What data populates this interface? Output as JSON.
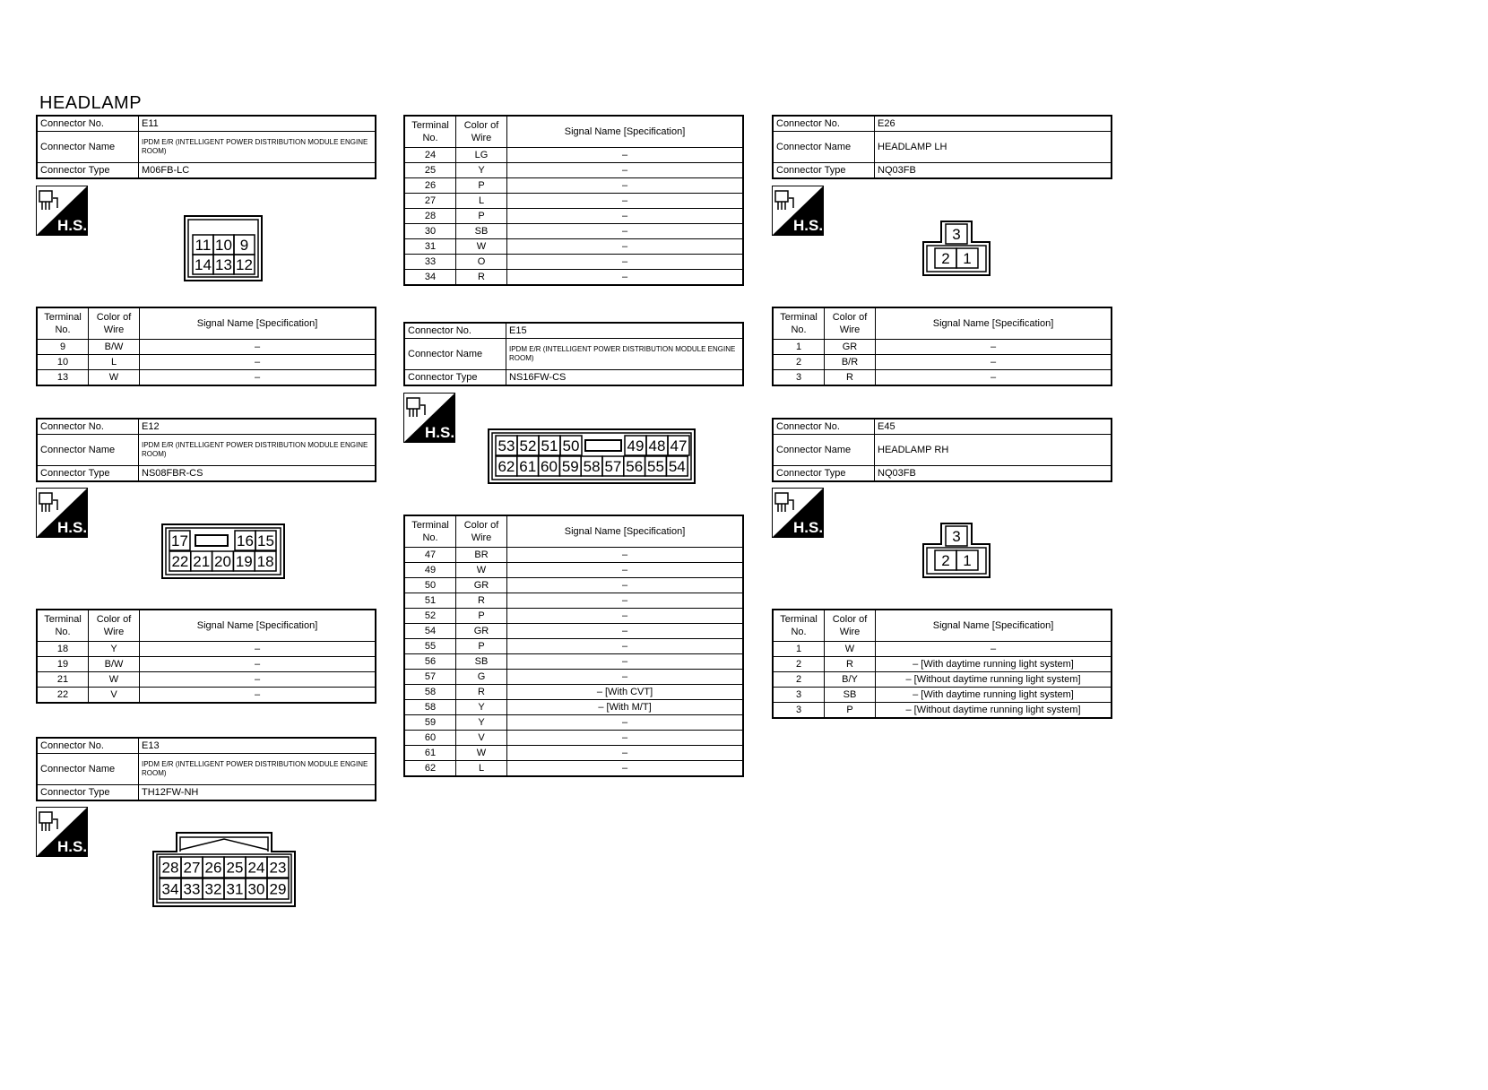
{
  "page": {
    "title": "HEADLAMP"
  },
  "labels": {
    "connector_no": "Connector No.",
    "connector_name": "Connector Name",
    "connector_type": "Connector Type",
    "terminal_header": "Terminal No.",
    "color_header": "Color of Wire",
    "signal_header": "Signal Name [Specification]",
    "hs_badge": "H.S."
  },
  "connectors": {
    "E11": {
      "no": "E11",
      "name": "IPDM E/R (INTELLIGENT POWER DISTRIBUTION MODULE ENGINE ROOM)",
      "type": "M06FB-LC",
      "pins_top": [
        "11",
        "10",
        "9"
      ],
      "pins_bottom": [
        "14",
        "13",
        "12"
      ],
      "rows": [
        {
          "terminal": "9",
          "color": "B/W",
          "signal": "–"
        },
        {
          "terminal": "10",
          "color": "L",
          "signal": "–"
        },
        {
          "terminal": "13",
          "color": "W",
          "signal": "–"
        }
      ]
    },
    "E12": {
      "no": "E12",
      "name": "IPDM E/R (INTELLIGENT POWER DISTRIBUTION MODULE ENGINE ROOM)",
      "type": "NS08FBR-CS",
      "pins_top": [
        "17",
        "16",
        "15"
      ],
      "pins_bottom": [
        "22",
        "21",
        "20",
        "19",
        "18"
      ],
      "rows": [
        {
          "terminal": "18",
          "color": "Y",
          "signal": "–"
        },
        {
          "terminal": "19",
          "color": "B/W",
          "signal": "–"
        },
        {
          "terminal": "21",
          "color": "W",
          "signal": "–"
        },
        {
          "terminal": "22",
          "color": "V",
          "signal": "–"
        }
      ]
    },
    "E13": {
      "no": "E13",
      "name": "IPDM E/R (INTELLIGENT POWER DISTRIBUTION MODULE ENGINE ROOM)",
      "type": "TH12FW-NH",
      "pins_top": [
        "28",
        "27",
        "26",
        "25",
        "24",
        "23"
      ],
      "pins_bottom": [
        "34",
        "33",
        "32",
        "31",
        "30",
        "29"
      ],
      "rows": [
        {
          "terminal": "24",
          "color": "LG",
          "signal": "–"
        },
        {
          "terminal": "25",
          "color": "Y",
          "signal": "–"
        },
        {
          "terminal": "26",
          "color": "P",
          "signal": "–"
        },
        {
          "terminal": "27",
          "color": "L",
          "signal": "–"
        },
        {
          "terminal": "28",
          "color": "P",
          "signal": "–"
        },
        {
          "terminal": "30",
          "color": "SB",
          "signal": "–"
        },
        {
          "terminal": "31",
          "color": "W",
          "signal": "–"
        },
        {
          "terminal": "33",
          "color": "O",
          "signal": "–"
        },
        {
          "terminal": "34",
          "color": "R",
          "signal": "–"
        }
      ]
    },
    "E15": {
      "no": "E15",
      "name": "IPDM E/R (INTELLIGENT POWER DISTRIBUTION MODULE ENGINE ROOM)",
      "type": "NS16FW-CS",
      "pins_top_left": [
        "53",
        "52",
        "51",
        "50"
      ],
      "pins_top_right": [
        "49",
        "48",
        "47"
      ],
      "pins_bottom": [
        "62",
        "61",
        "60",
        "59",
        "58",
        "57",
        "56",
        "55",
        "54"
      ],
      "rows": [
        {
          "terminal": "47",
          "color": "BR",
          "signal": "–"
        },
        {
          "terminal": "49",
          "color": "W",
          "signal": "–"
        },
        {
          "terminal": "50",
          "color": "GR",
          "signal": "–"
        },
        {
          "terminal": "51",
          "color": "R",
          "signal": "–"
        },
        {
          "terminal": "52",
          "color": "P",
          "signal": "–"
        },
        {
          "terminal": "54",
          "color": "GR",
          "signal": "–"
        },
        {
          "terminal": "55",
          "color": "P",
          "signal": "–"
        },
        {
          "terminal": "56",
          "color": "SB",
          "signal": "–"
        },
        {
          "terminal": "57",
          "color": "G",
          "signal": "–"
        },
        {
          "terminal": "58",
          "color": "R",
          "signal": "– [With CVT]"
        },
        {
          "terminal": "58",
          "color": "Y",
          "signal": "– [With M/T]"
        },
        {
          "terminal": "59",
          "color": "Y",
          "signal": "–"
        },
        {
          "terminal": "60",
          "color": "V",
          "signal": "–"
        },
        {
          "terminal": "61",
          "color": "W",
          "signal": "–"
        },
        {
          "terminal": "62",
          "color": "L",
          "signal": "–"
        }
      ]
    },
    "E26": {
      "no": "E26",
      "name": "HEADLAMP LH",
      "type": "NQ03FB",
      "pins_top": [
        "3"
      ],
      "pins_bottom": [
        "2",
        "1"
      ],
      "rows": [
        {
          "terminal": "1",
          "color": "GR",
          "signal": "–"
        },
        {
          "terminal": "2",
          "color": "B/R",
          "signal": "–"
        },
        {
          "terminal": "3",
          "color": "R",
          "signal": "–"
        }
      ]
    },
    "E45": {
      "no": "E45",
      "name": "HEADLAMP RH",
      "type": "NQ03FB",
      "pins_top": [
        "3"
      ],
      "pins_bottom": [
        "2",
        "1"
      ],
      "rows": [
        {
          "terminal": "1",
          "color": "W",
          "signal": "–"
        },
        {
          "terminal": "2",
          "color": "R",
          "signal": "– [With daytime running light system]"
        },
        {
          "terminal": "2",
          "color": "B/Y",
          "signal": "– [Without daytime running light system]"
        },
        {
          "terminal": "3",
          "color": "SB",
          "signal": "– [With daytime running light system]"
        },
        {
          "terminal": "3",
          "color": "P",
          "signal": "– [Without daytime running light system]"
        }
      ]
    }
  }
}
